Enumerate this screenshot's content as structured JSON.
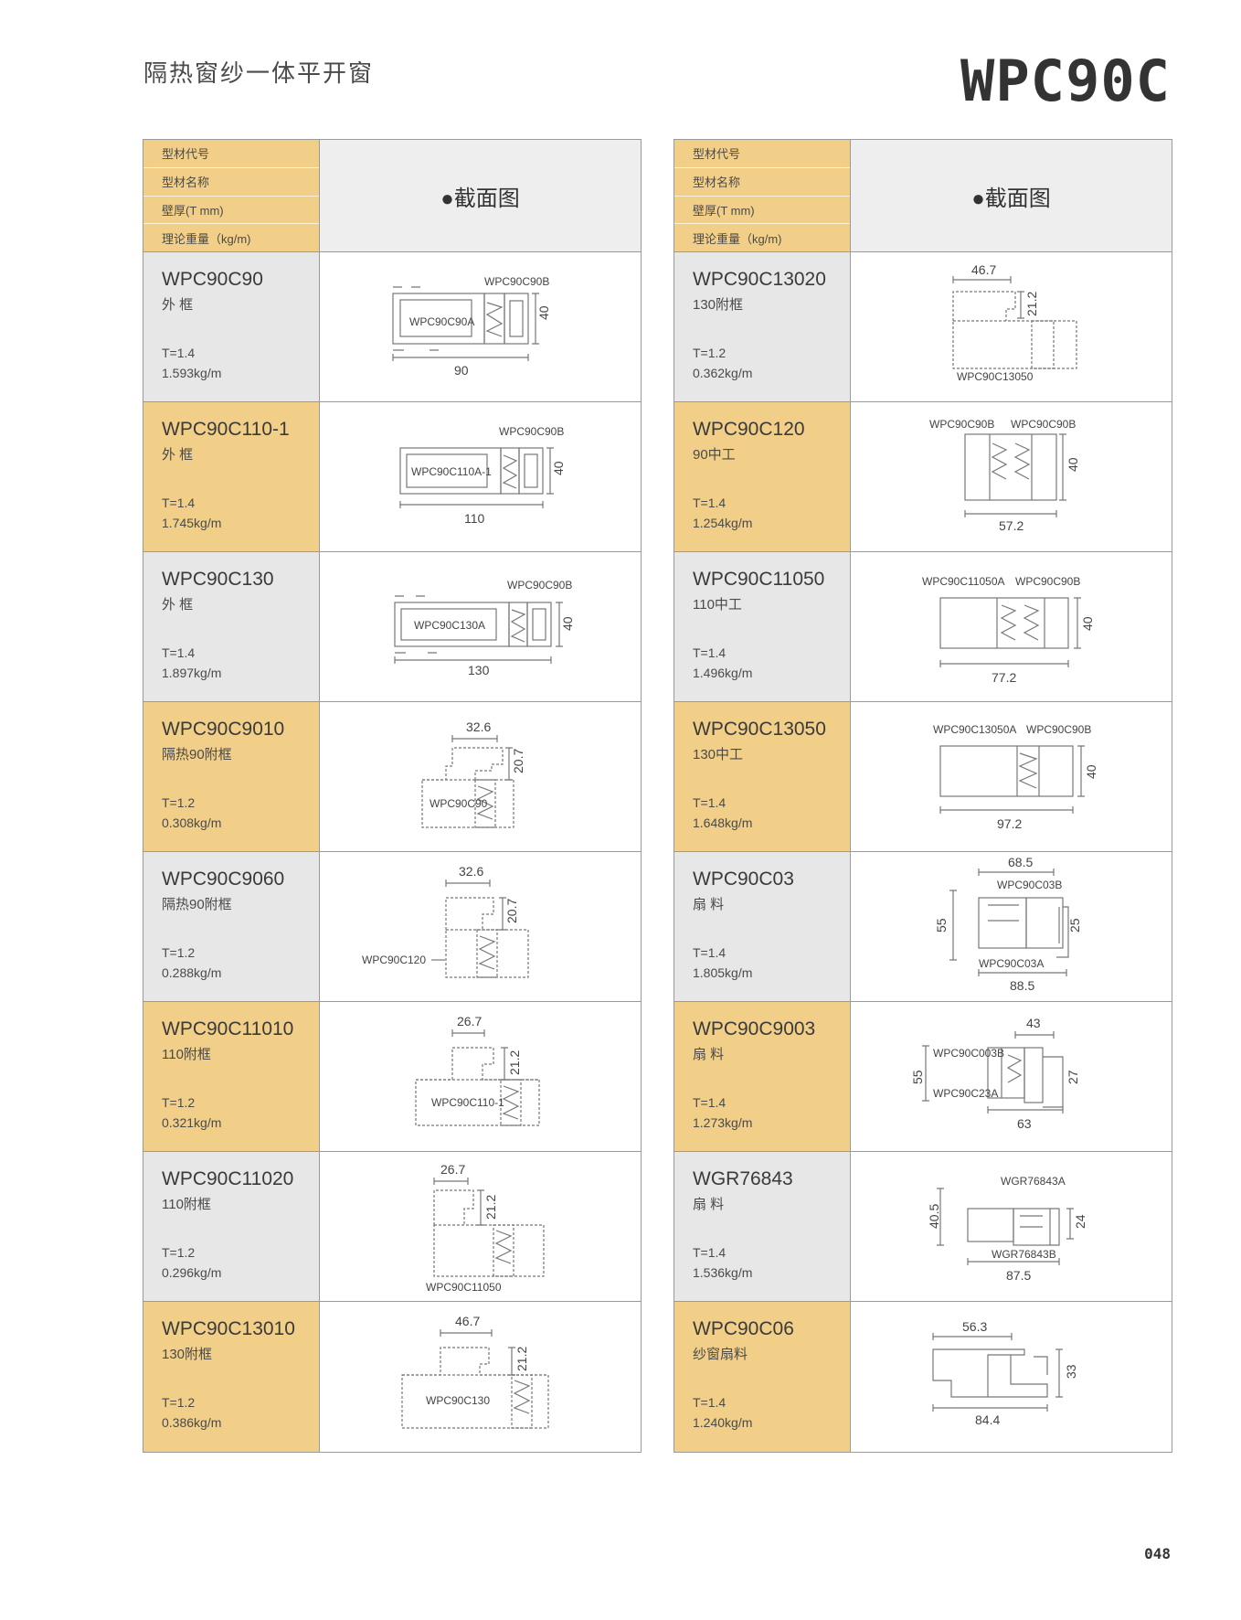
{
  "header": {
    "title": "隔热窗纱一体平开窗",
    "model": "WPC90C"
  },
  "table_header": {
    "labels": [
      "型材代号",
      "型材名称",
      "壁厚(T mm)",
      "理论重量（kg/m)"
    ],
    "section": "●截面图"
  },
  "left": [
    {
      "code": "WPC90C90",
      "name": "外 框",
      "thickness": "T=1.4",
      "weight": "1.593kg/m",
      "dims": [
        "WPC90C90B",
        "WPC90C90A",
        "40",
        "90"
      ]
    },
    {
      "code": "WPC90C110-1",
      "name": "外 框",
      "thickness": "T=1.4",
      "weight": "1.745kg/m",
      "dims": [
        "WPC90C90B",
        "WPC90C110A-1",
        "40",
        "110"
      ]
    },
    {
      "code": "WPC90C130",
      "name": "外 框",
      "thickness": "T=1.4",
      "weight": "1.897kg/m",
      "dims": [
        "WPC90C90B",
        "WPC90C130A",
        "40",
        "130"
      ]
    },
    {
      "code": "WPC90C9010",
      "name": "隔热90附框",
      "thickness": "T=1.2",
      "weight": "0.308kg/m",
      "dims": [
        "32.6",
        "20.7",
        "WPC90C90"
      ]
    },
    {
      "code": "WPC90C9060",
      "name": "隔热90附框",
      "thickness": "T=1.2",
      "weight": "0.288kg/m",
      "dims": [
        "32.6",
        "20.7",
        "WPC90C120"
      ]
    },
    {
      "code": "WPC90C11010",
      "name": "110附框",
      "thickness": "T=1.2",
      "weight": "0.321kg/m",
      "dims": [
        "26.7",
        "21.2",
        "WPC90C110-1"
      ]
    },
    {
      "code": "WPC90C11020",
      "name": "110附框",
      "thickness": "T=1.2",
      "weight": "0.296kg/m",
      "dims": [
        "26.7",
        "21.2",
        "WPC90C11050"
      ]
    },
    {
      "code": "WPC90C13010",
      "name": "130附框",
      "thickness": "T=1.2",
      "weight": "0.386kg/m",
      "dims": [
        "46.7",
        "21.2",
        "WPC90C130"
      ]
    }
  ],
  "right": [
    {
      "code": "WPC90C13020",
      "name": "130附框",
      "thickness": "T=1.2",
      "weight": "0.362kg/m",
      "dims": [
        "46.7",
        "21.2",
        "WPC90C13050"
      ]
    },
    {
      "code": "WPC90C120",
      "name": "90中工",
      "thickness": "T=1.4",
      "weight": "1.254kg/m",
      "dims": [
        "WPC90C90B",
        "WPC90C90B",
        "40",
        "57.2"
      ]
    },
    {
      "code": "WPC90C11050",
      "name": "110中工",
      "thickness": "T=1.4",
      "weight": "1.496kg/m",
      "dims": [
        "WPC90C11050A",
        "WPC90C90B",
        "40",
        "77.2"
      ]
    },
    {
      "code": "WPC90C13050",
      "name": "130中工",
      "thickness": "T=1.4",
      "weight": "1.648kg/m",
      "dims": [
        "WPC90C13050A",
        "WPC90C90B",
        "40",
        "97.2"
      ]
    },
    {
      "code": "WPC90C03",
      "name": "扇 料",
      "thickness": "T=1.4",
      "weight": "1.805kg/m",
      "dims": [
        "68.5",
        "WPC90C03B",
        "55",
        "25",
        "WPC90C03A",
        "88.5"
      ]
    },
    {
      "code": "WPC90C9003",
      "name": "扇 料",
      "thickness": "T=1.4",
      "weight": "1.273kg/m",
      "dims": [
        "43",
        "WPC90C003B",
        "55",
        "27",
        "WPC90C23A",
        "63"
      ]
    },
    {
      "code": "WGR76843",
      "name": "扇 料",
      "thickness": "T=1.4",
      "weight": "1.536kg/m",
      "dims": [
        "WGR76843A",
        "40.5",
        "24",
        "WGR76843B",
        "87.5"
      ]
    },
    {
      "code": "WPC90C06",
      "name": "纱窗扇料",
      "thickness": "T=1.4",
      "weight": "1.240kg/m",
      "dims": [
        "56.3",
        "33",
        "84.4"
      ]
    }
  ],
  "page_number": "048"
}
